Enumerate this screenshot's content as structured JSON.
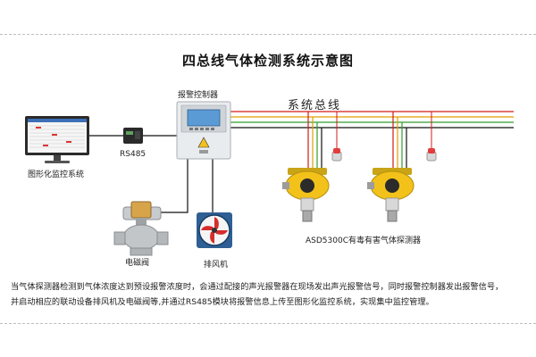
{
  "title": "四总线气体检测系统示意图",
  "labels": {
    "alarm_controller": "报警控制器",
    "system_bus": "系统总线",
    "rs485": "RS485",
    "monitoring_system": "图形化监控系统",
    "solenoid_valve": "电磁阀",
    "exhaust_fan": "排风机",
    "detector": "ASD5300C有毒有害气体探测器"
  },
  "description": [
    "当气体探测器检测到气体浓度达到预设报警浓度时，会通过配接的声光报警器在现场发出声光报警信号，同时报警控制器发出报警信号，",
    "并启动相应的联动设备排风机及电磁阀等,并通过RS485模块将报警信息上传至图形化监控系统，实现集中监控管理。"
  ],
  "colors": {
    "bus_wires": [
      "#d21c1c",
      "#e0a000",
      "#2f9e2f",
      "#111111"
    ],
    "detector_body": "#f2c21a",
    "controller_body": "#e9ecef"
  }
}
